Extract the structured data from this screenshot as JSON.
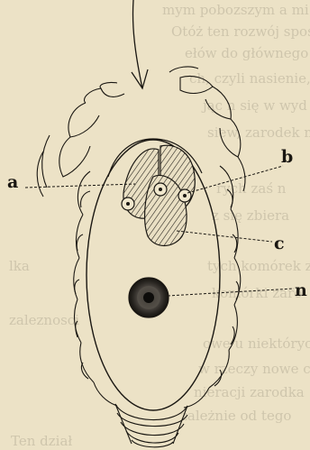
{
  "figure": {
    "labels": {
      "a": "a",
      "b": "b",
      "c": "c",
      "n": "n"
    },
    "colors": {
      "paper": "#ece2c6",
      "ink": "#1a1712",
      "nucleus_ring": "#3b3731",
      "nucleus_core": "#0d0c0a"
    }
  }
}
